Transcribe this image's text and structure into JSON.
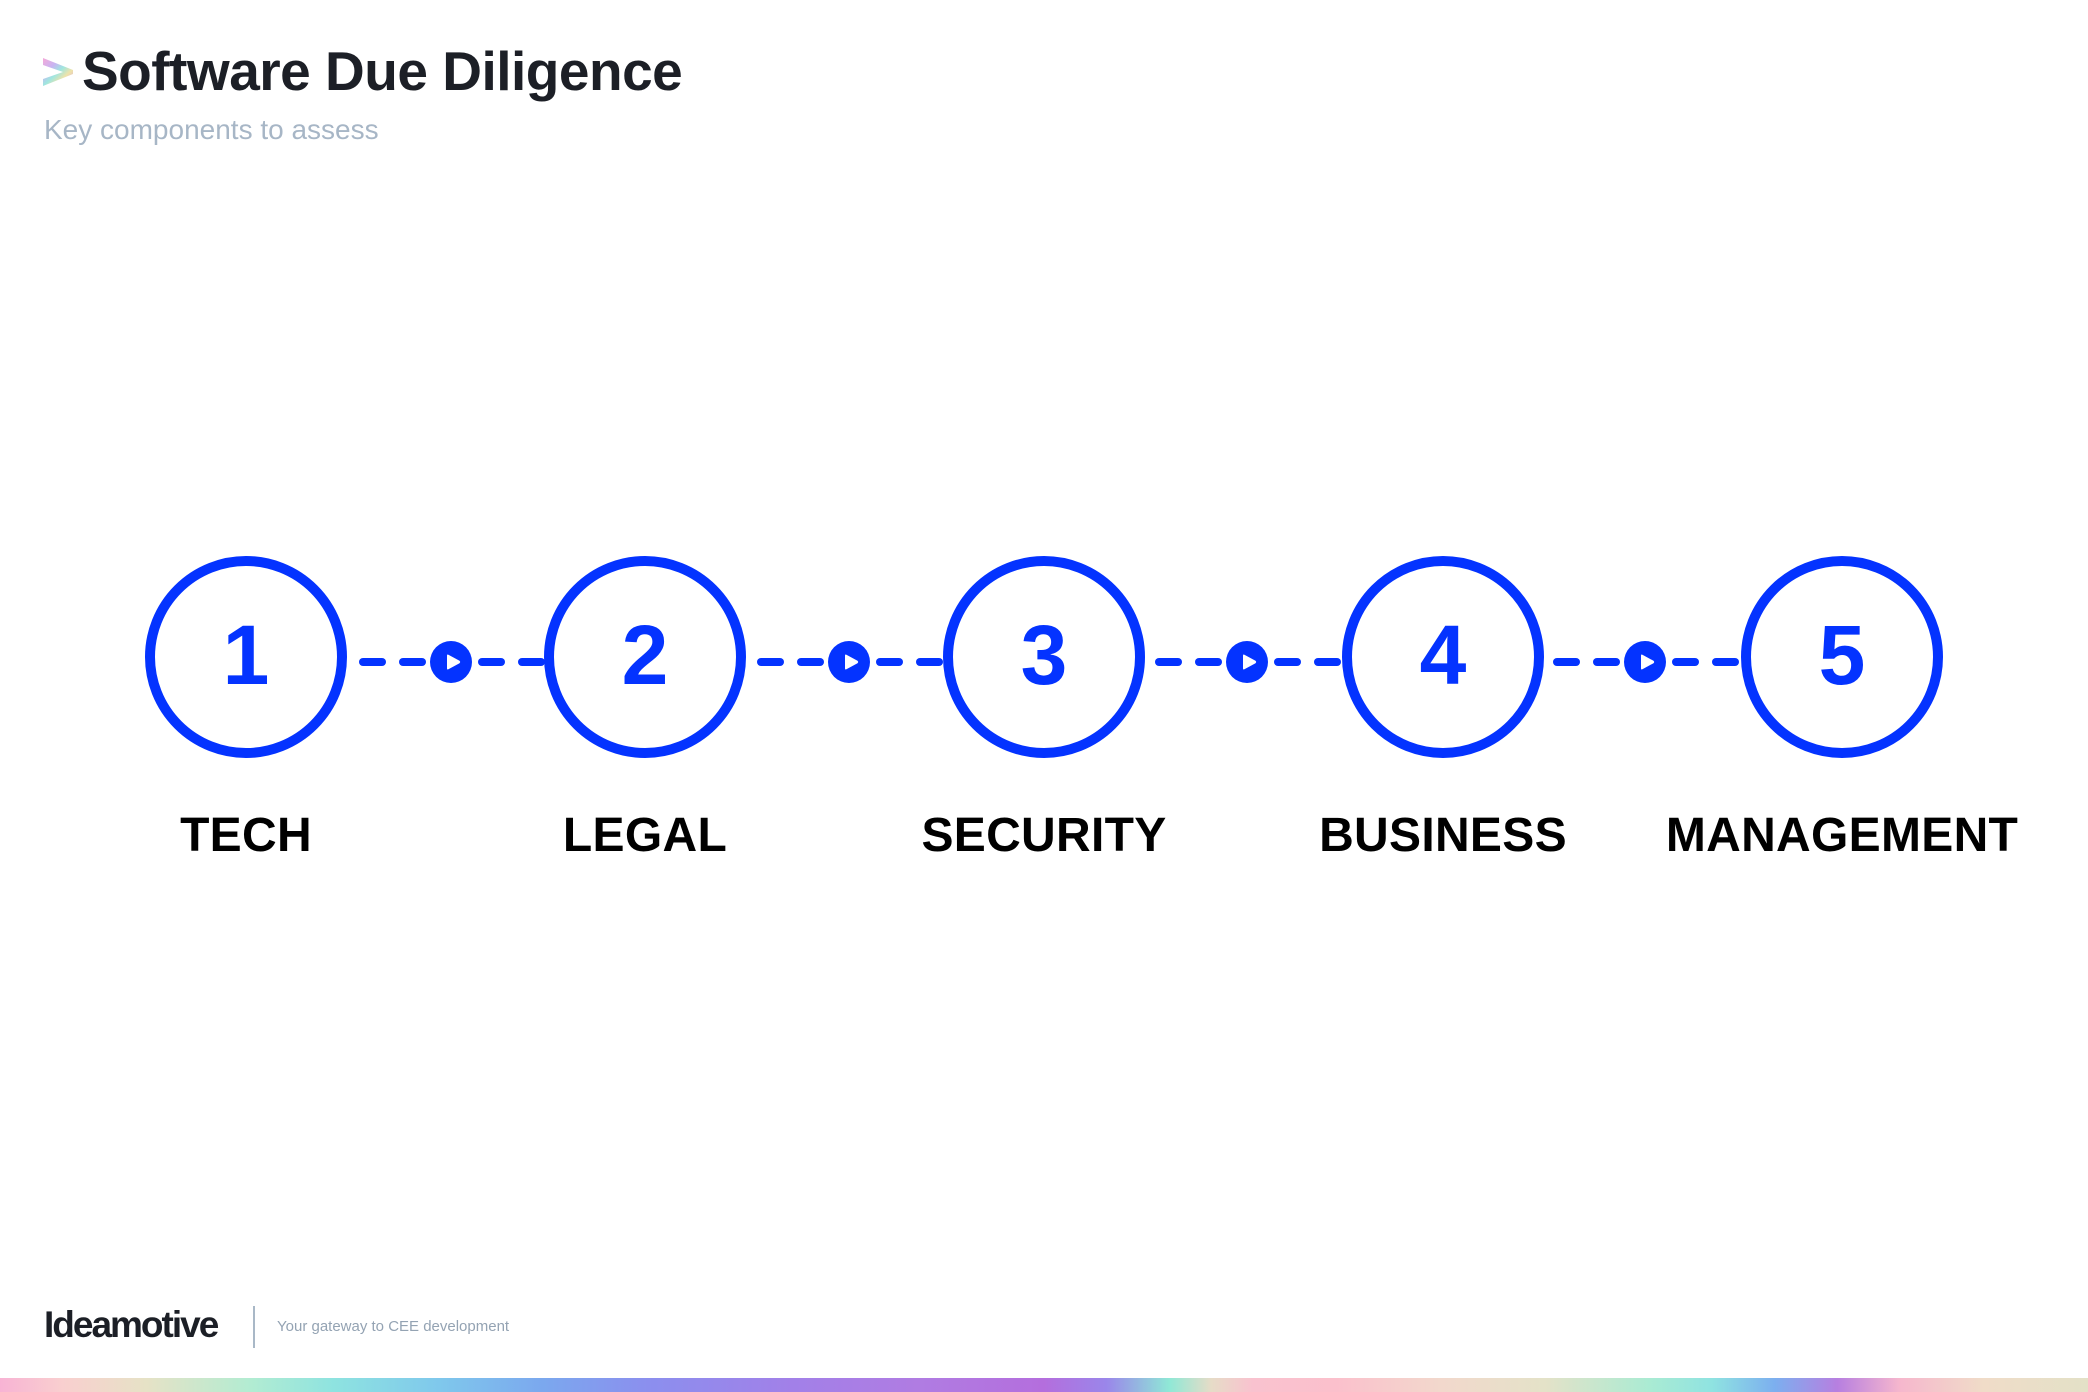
{
  "header": {
    "logo_icon": "chevron-right-gradient-icon",
    "title": "Software Due Diligence",
    "subtitle": "Key components to assess"
  },
  "diagram": {
    "type": "linear-process-flow",
    "accent_color": "#0433FF",
    "label_color": "#000000",
    "connector_icon": "play-arrow-icon",
    "steps": [
      {
        "number": "1",
        "label": "TECH"
      },
      {
        "number": "2",
        "label": "LEGAL"
      },
      {
        "number": "3",
        "label": "SECURITY"
      },
      {
        "number": "4",
        "label": "BUSINESS"
      },
      {
        "number": "5",
        "label": "MANAGEMENT"
      }
    ]
  },
  "footer": {
    "brand": "Ideamotive",
    "tagline": "Your gateway to CEE development"
  },
  "colors": {
    "title": "#1C1F26",
    "subtitle": "#A7B6C6",
    "accent": "#0433FF",
    "tagline": "#94A3B3"
  }
}
